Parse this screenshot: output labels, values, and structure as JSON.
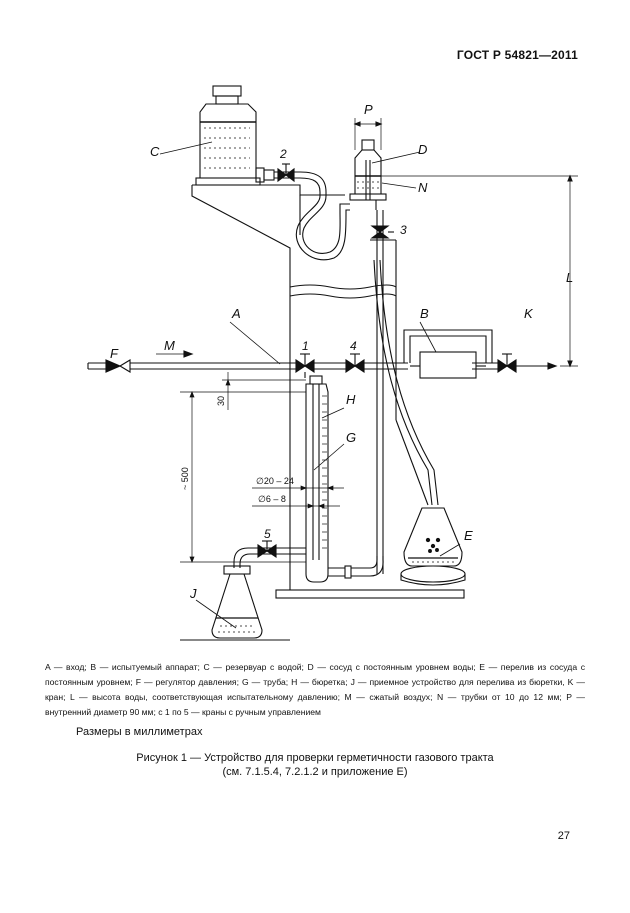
{
  "header": {
    "standard": "ГОСТ Р 54821—2011"
  },
  "figure": {
    "labels": {
      "A": "A",
      "B": "B",
      "C": "C",
      "D": "D",
      "E": "E",
      "F": "F",
      "G": "G",
      "H": "H",
      "J": "J",
      "K": "K",
      "L": "L",
      "M": "M",
      "N": "N",
      "P": "P"
    },
    "valves": {
      "v1": "1",
      "v2": "2",
      "v3": "3",
      "v4": "4",
      "v5": "5"
    },
    "dimensions": {
      "outer_diameter": "∅20 – 24",
      "inner_diameter": "∅6 – 8",
      "height": "~ 500",
      "offset": "30"
    }
  },
  "legend": {
    "text": "A — вход; B — испытуемый аппарат; C — резервуар с водой; D — сосуд с постоянным уровнем воды; E — перелив из сосуда с постоянным уровнем; F — регулятор давления; G — труба; H — бюретка; J — приемное устройство для перелива из бюретки, K — кран; L — высота воды, соответствующая испытательному давлению; M — сжатый воздух; N — трубки от 10 до 12 мм; P — внутренний диаметр 90 мм; с 1 по 5 — краны с ручным управлением"
  },
  "units_note": "Размеры в миллиметрах",
  "caption": {
    "line1": "Рисунок 1 — Устройство для проверки герметичности газового тракта",
    "line2": "(см. 7.1.5.4, 7.2.1.2 и приложение Е)"
  },
  "page_number": "27"
}
